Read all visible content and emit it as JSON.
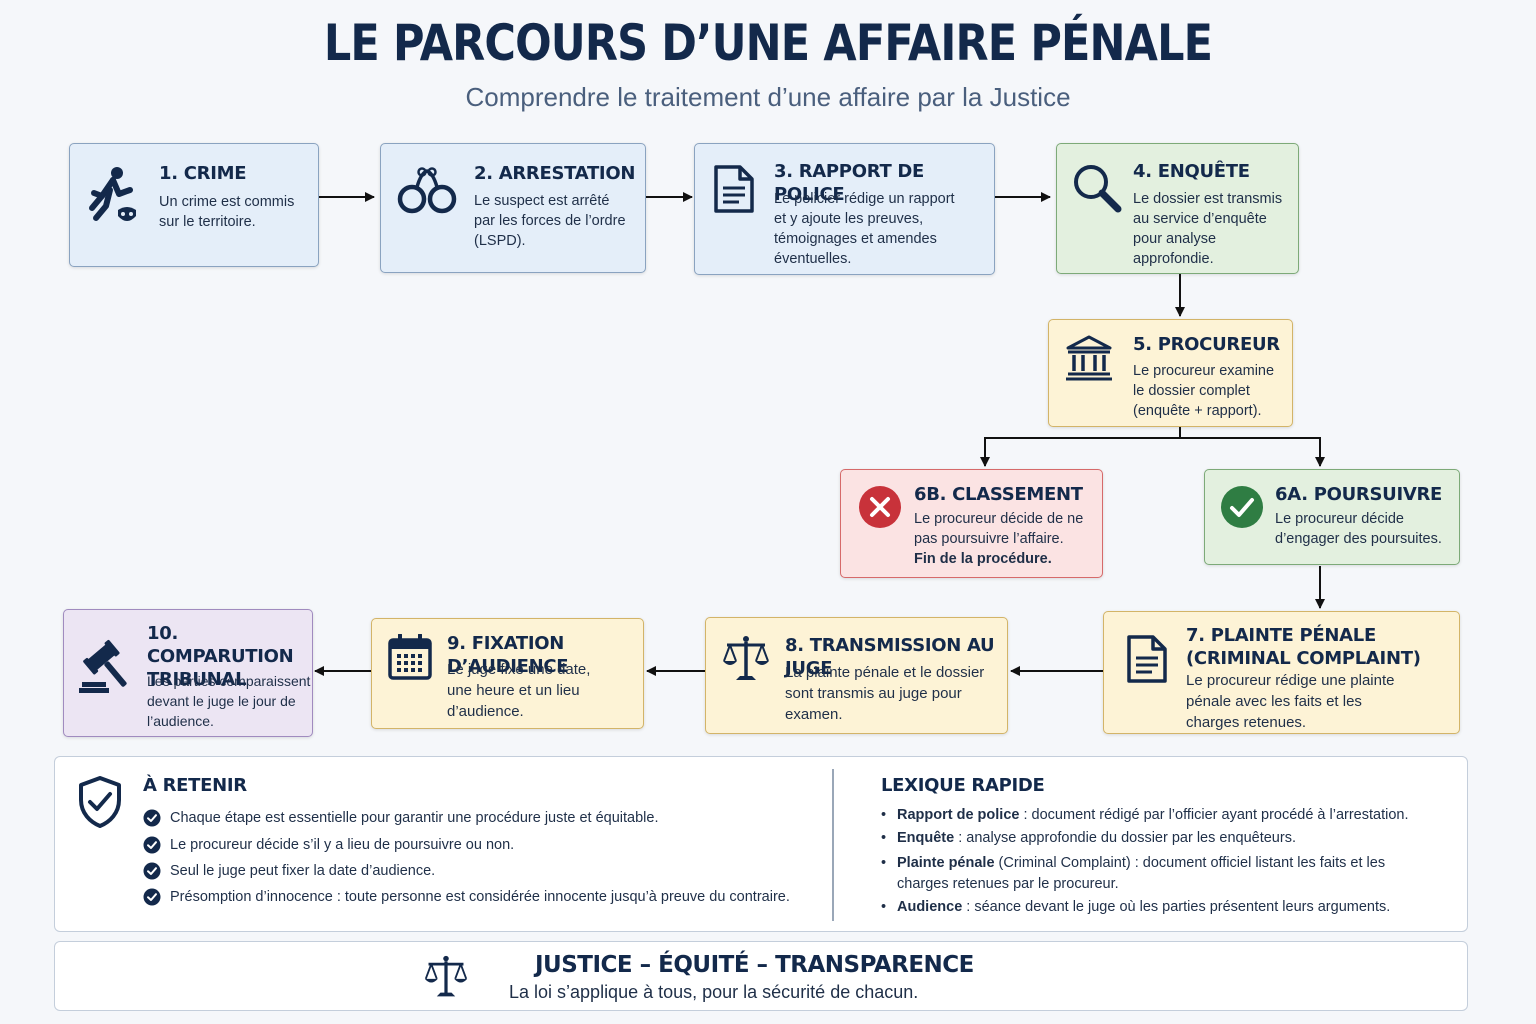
{
  "header": {
    "title": "LE PARCOURS D’UNE AFFAIRE PÉNALE",
    "subtitle": "Comprendre le traitement d’une affaire par la Justice"
  },
  "steps": {
    "crime": {
      "title": "1. CRIME",
      "lines": [
        "Un crime est commis",
        "sur le territoire."
      ],
      "icon": "running-criminal-icon"
    },
    "arrest": {
      "title": "2. ARRESTATION",
      "lines": [
        "Le suspect est arrêté",
        "par les forces de l’ordre",
        "(LSPD)."
      ],
      "icon": "handcuffs-icon"
    },
    "report": {
      "title": "3. RAPPORT DE POLICE",
      "lines": [
        "Le policier rédige un rapport",
        "et y ajoute les preuves,",
        "témoignages et amendes",
        "éventuelles."
      ],
      "icon": "document-icon"
    },
    "investigation": {
      "title": "4. ENQUÊTE",
      "lines": [
        "Le dossier est transmis",
        "au service d’enquête",
        "pour analyse",
        "approfondie."
      ],
      "icon": "magnifier-icon"
    },
    "prosecutor": {
      "title": "5. PROCUREUR",
      "lines": [
        "Le procureur examine",
        "le dossier complet",
        "(enquête + rapport)."
      ],
      "icon": "courthouse-icon"
    },
    "dismissal": {
      "title": "6B. CLASSEMENT",
      "lines": [
        "Le procureur décide de ne",
        "pas poursuivre l’affaire."
      ],
      "bold_line": "Fin de la procédure.",
      "icon": "cross-circle-icon"
    },
    "prosecute": {
      "title": "6A. POURSUIVRE",
      "lines": [
        "Le procureur décide",
        "d’engager des poursuites."
      ],
      "icon": "check-circle-icon"
    },
    "complaint": {
      "title_lines": [
        "7. PLAINTE PÉNALE",
        "(CRIMINAL COMPLAINT)"
      ],
      "lines": [
        "Le procureur rédige une plainte",
        "pénale avec les faits et les",
        "charges retenues."
      ],
      "icon": "document-icon"
    },
    "transmission": {
      "title": "8. TRANSMISSION AU JUGE",
      "lines": [
        "La plainte pénale et le dossier",
        "sont transmis au juge pour",
        "examen."
      ],
      "icon": "scales-icon"
    },
    "hearing": {
      "title": "9. FIXATION D’AUDIENCE",
      "lines": [
        "Le juge fixe une date,",
        "une heure et un lieu",
        "d’audience."
      ],
      "icon": "calendar-icon"
    },
    "appearance": {
      "title_lines": [
        "10. COMPARUTION",
        "TRIBUNAL"
      ],
      "lines": [
        "Les parties comparaissent",
        "devant le juge le jour de",
        "l’audience."
      ],
      "icon": "gavel-icon"
    }
  },
  "remember": {
    "heading": "À RETENIR",
    "items": [
      "Chaque étape est essentielle pour garantir une procédure juste et équitable.",
      "Le procureur décide s’il y a lieu de poursuivre ou non.",
      "Seul le juge peut fixer la date d’audience.",
      "Présomption d’innocence : toute personne est considérée innocente jusqu’à preuve du contraire."
    ]
  },
  "lexicon": {
    "heading": "LEXIQUE RAPIDE",
    "items": [
      {
        "term": "Rapport de police",
        "def": " : document rédigé par l’officier ayant procédé à l’arrestation."
      },
      {
        "term": "Enquête",
        "def": " : analyse approfondie du dossier par les enquêteurs."
      },
      {
        "term": "Plainte pénale",
        "def": " (Criminal Complaint) : document officiel listant les faits et les charges retenues par le procureur."
      },
      {
        "term": "Audience",
        "def": " : séance devant le juge où les parties présentent leurs arguments."
      }
    ]
  },
  "footer": {
    "heading": "JUSTICE – ÉQUITÉ – TRANSPARENCE",
    "tagline": "La loi s’applique à tous, pour la sécurité de chacun."
  },
  "colors": {
    "navy": "#13294b",
    "blue_box": "#e4eef9",
    "green_box": "#e3f0df",
    "yellow_box": "#fdf3d6",
    "red_box": "#fbe3e3",
    "purple_box": "#ece5f3",
    "error_red": "#c8323a",
    "success_green": "#2f7d43"
  }
}
